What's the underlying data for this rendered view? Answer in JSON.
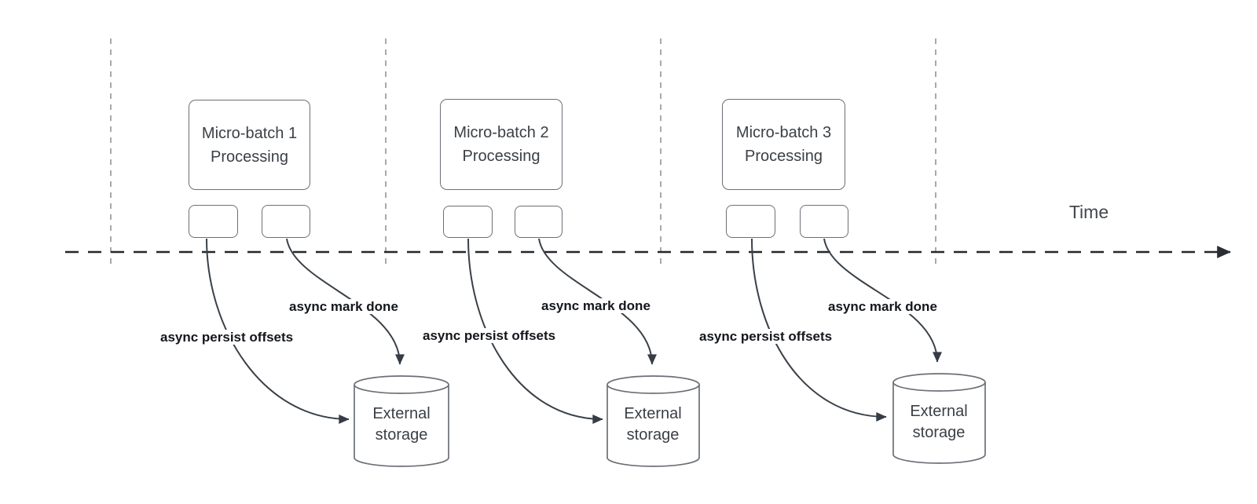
{
  "axis": {
    "label": "Time"
  },
  "colors": {
    "background": "#ffffff",
    "shape_stroke": "#6b7077",
    "connector": "#3a4049",
    "timeline": "#24262b",
    "guide_line": "#a9a9a9",
    "node_text": "#3b4046",
    "edge_label_text": "#13161b"
  },
  "sections": [
    {
      "title_line1": "Micro-batch 1",
      "title_line2": "Processing",
      "persist_label": "async persist offsets",
      "done_label": "async mark done",
      "storage_line1": "External",
      "storage_line2": "storage"
    },
    {
      "title_line1": "Micro-batch 2",
      "title_line2": "Processing",
      "persist_label": "async persist offsets",
      "done_label": "async mark done",
      "storage_line1": "External",
      "storage_line2": "storage"
    },
    {
      "title_line1": "Micro-batch 3",
      "title_line2": "Processing",
      "persist_label": "async persist offsets",
      "done_label": "async mark done",
      "storage_line1": "External",
      "storage_line2": "storage"
    }
  ]
}
